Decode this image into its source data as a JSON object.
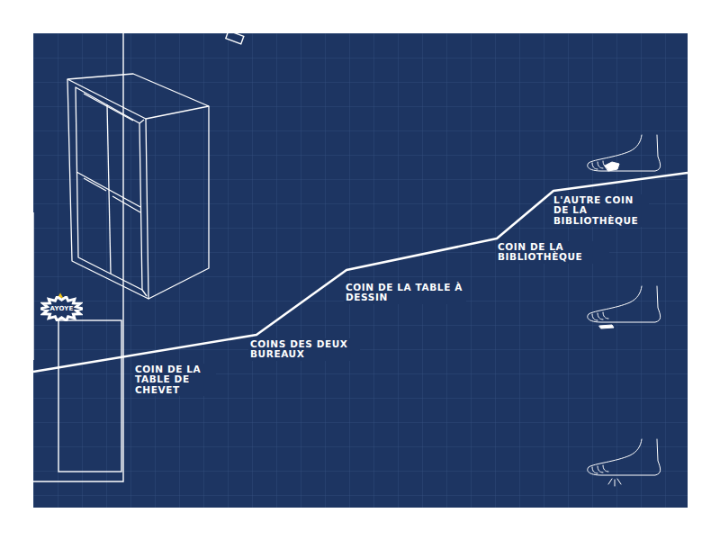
{
  "diagram": {
    "nodes": [
      {
        "text": [
          "AYOYE"
        ]
      }
    ],
    "labels": [
      "COIN DE LA TABLE DE CHEVET",
      "COINS DES DEUX BUREAUX",
      "COIN DE LA TABLE À DESSIN",
      "COIN DE LA BIBLIOTHÈQUE",
      "L'AUTRE COIN DE LA BIBLIOTHÈQUE",
      "!!"
    ]
  }
}
